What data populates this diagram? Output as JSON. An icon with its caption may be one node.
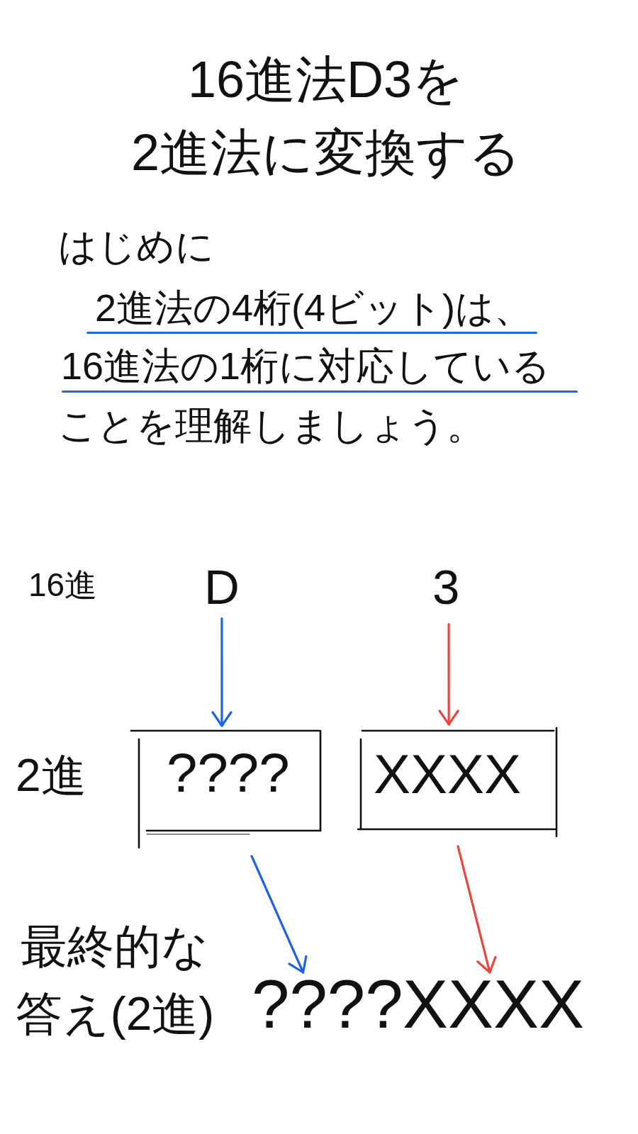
{
  "diagram": {
    "title": "16進法D3を2進法に変換する",
    "nodes": [
      {
        "text": [
          "D"
        ]
      },
      {
        "text": [
          "3"
        ]
      },
      {
        "text": [
          "????"
        ]
      },
      {
        "text": [
          "XXXX"
        ]
      },
      {
        "text": [
          "????"
        ]
      },
      {
        "text": [
          "XXXX"
        ]
      }
    ],
    "edges": [
      {
        "from": 0,
        "to": 2,
        "arrow": "to",
        "color": "#1b63e6"
      },
      {
        "from": 1,
        "to": 3,
        "arrow": "to",
        "color": "#e8473c"
      },
      {
        "from": 2,
        "to": 4,
        "arrow": "to",
        "color": "#1b63e6"
      },
      {
        "from": 3,
        "to": 5,
        "arrow": "to",
        "color": "#e8473c"
      }
    ],
    "labels": [
      "はじめに",
      "2進法の4桁(4ビット)は、",
      "16進法の1桁に対応している",
      "ことを理解しましょう。",
      "16進",
      "2進",
      "最終的な答え(2進)"
    ]
  }
}
